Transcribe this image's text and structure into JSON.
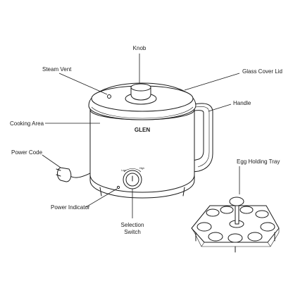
{
  "brand": "GLEN",
  "dial_marks": {
    "low": "Low",
    "high": "High"
  },
  "labels": {
    "knob": "Knob",
    "steam_vent": "Steam Vent",
    "glass_cover_lid": "Glass Cover Lid",
    "handle": "Handle",
    "cooking_area": "Cooking Area",
    "power_code": "Power Code",
    "egg_holding_tray": "Egg Holding Tray",
    "power_indicator": "Power Indicator",
    "selection_switch_line1": "Selection",
    "selection_switch_line2": "Switch"
  }
}
